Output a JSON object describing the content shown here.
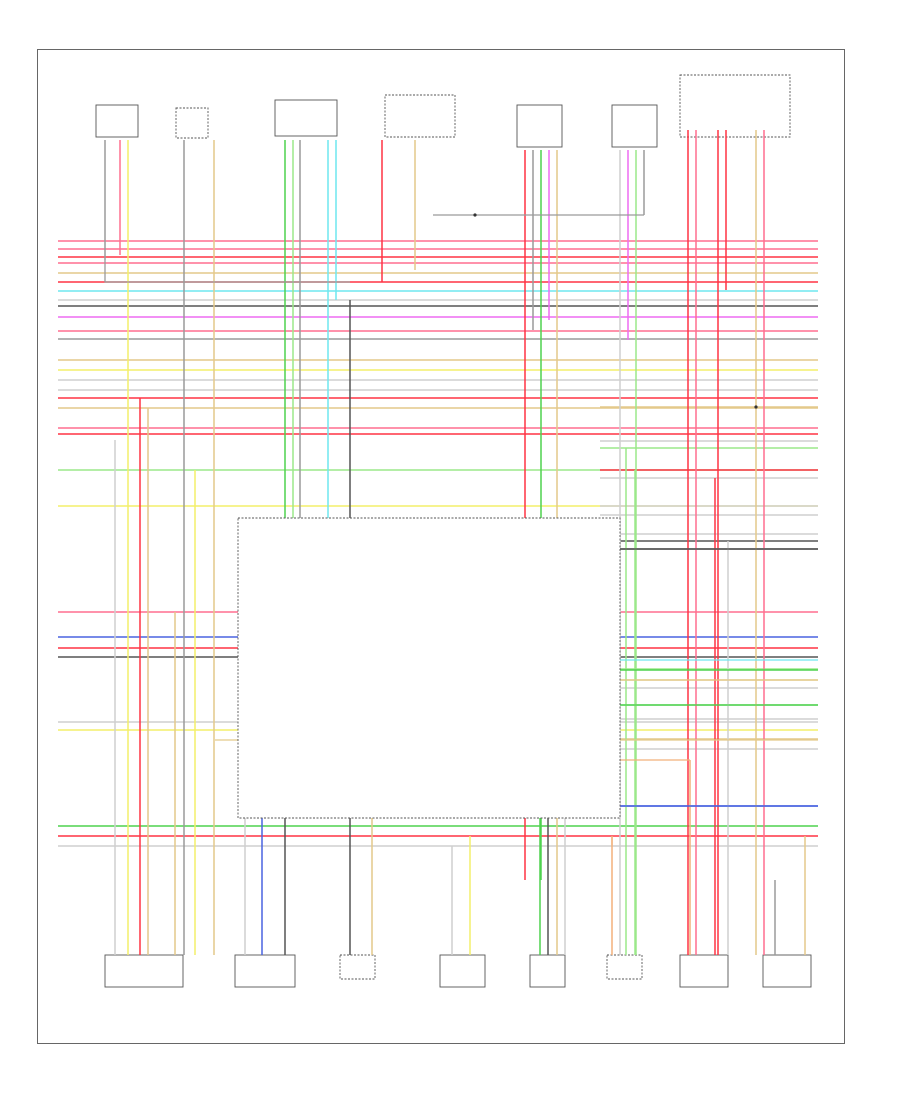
{
  "diagram": {
    "corner_id": ""
  },
  "top_components": [
    {
      "id": "c1",
      "label": ""
    },
    {
      "id": "c2",
      "label": ""
    },
    {
      "id": "c3",
      "label": ""
    },
    {
      "id": "c4",
      "label": ""
    },
    {
      "id": "c5",
      "label": ""
    },
    {
      "id": "c6",
      "label": ""
    },
    {
      "id": "c7",
      "label": ""
    },
    {
      "id": "c8",
      "label": ""
    }
  ],
  "bottom_components": [
    {
      "id": "b1",
      "label": ""
    },
    {
      "id": "b2",
      "label": ""
    },
    {
      "id": "b3",
      "label": ""
    },
    {
      "id": "b4",
      "label": ""
    },
    {
      "id": "b5",
      "label": ""
    },
    {
      "id": "b6",
      "label": ""
    },
    {
      "id": "b7",
      "label": ""
    },
    {
      "id": "b8",
      "label": ""
    }
  ],
  "center_note": "",
  "wire_colors": {
    "pink": "#ff6f8f",
    "red": "#ff3344",
    "yellow": "#f3ef6a",
    "tan": "#e4c98a",
    "green": "#4fd24f",
    "lightgreen": "#9be88a",
    "cyan": "#6fe7ef",
    "blue": "#4a64e0",
    "magenta": "#ee6cf2",
    "gray": "#9a9a9a",
    "dark": "#555555",
    "lightgray": "#cfcfcf",
    "orange": "#f2b07a"
  }
}
